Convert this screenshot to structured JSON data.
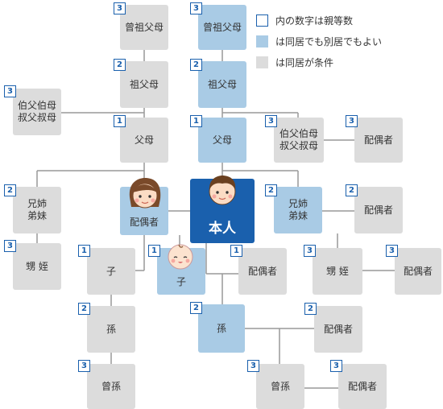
{
  "legend": {
    "badge_note": "内の数字は親等数",
    "blue_note": "は同居でも別居でもよい",
    "gray_note": "は同居が条件"
  },
  "nodes": {
    "great_grandparent_left": {
      "label": "曾祖父母",
      "degree": "3"
    },
    "great_grandparent_right": {
      "label": "曾祖父母",
      "degree": "3"
    },
    "grandparent_left": {
      "label": "祖父母",
      "degree": "2"
    },
    "grandparent_right": {
      "label": "祖父母",
      "degree": "2"
    },
    "uncle_aunt_left": {
      "label": "伯父伯母\n叔父叔母",
      "degree": "3"
    },
    "uncle_aunt_right": {
      "label": "伯父伯母\n叔父叔母",
      "degree": "3"
    },
    "uncle_aunt_spouse": {
      "label": "配偶者",
      "degree": "3"
    },
    "parent_left": {
      "label": "父母",
      "degree": "1"
    },
    "parent_right": {
      "label": "父母",
      "degree": "1"
    },
    "sibling_left": {
      "label": "兄姉\n弟妹",
      "degree": "2"
    },
    "sibling_right": {
      "label": "兄姉\n弟妹",
      "degree": "2"
    },
    "sibling_spouse": {
      "label": "配偶者",
      "degree": "2"
    },
    "spouse": {
      "label": "配偶者"
    },
    "self": {
      "label": "本人"
    },
    "nephew_left": {
      "label": "甥 姪",
      "degree": "3"
    },
    "nephew_right": {
      "label": "甥 姪",
      "degree": "3"
    },
    "nephew_spouse": {
      "label": "配偶者",
      "degree": "3"
    },
    "spouse_child": {
      "label": "子",
      "degree": "1"
    },
    "child": {
      "label": "子",
      "degree": "1"
    },
    "child_spouse": {
      "label": "配偶者",
      "degree": "1"
    },
    "spouse_grandchild": {
      "label": "孫",
      "degree": "2"
    },
    "grandchild": {
      "label": "孫",
      "degree": "2"
    },
    "grandchild_spouse": {
      "label": "配偶者",
      "degree": "2"
    },
    "spouse_great_grandchild": {
      "label": "曾孫",
      "degree": "3"
    },
    "great_grandchild": {
      "label": "曾孫",
      "degree": "3"
    },
    "great_grandchild_spouse": {
      "label": "配偶者",
      "degree": "3"
    }
  },
  "colors": {
    "blue_fill": "#a9cbe5",
    "gray_fill": "#dcdcdc",
    "self_fill": "#1a60ad",
    "badge_border": "#1a60ad",
    "line": "#999999"
  }
}
